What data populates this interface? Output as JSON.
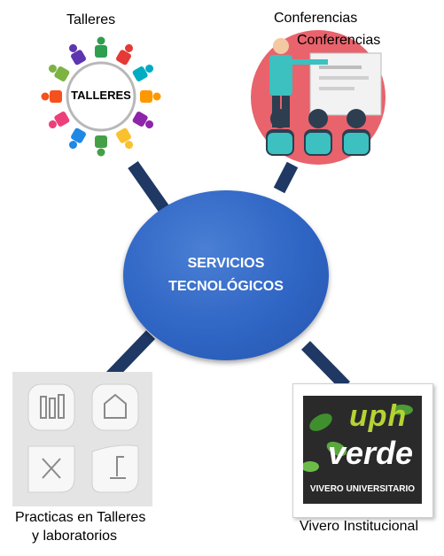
{
  "center": {
    "line1": "SERVICIOS",
    "line2": "TECNOLÓGICOS"
  },
  "nodes": {
    "talleres": {
      "label": "Talleres",
      "badge": "TALLERES"
    },
    "conferencias": {
      "label1": "Conferencias",
      "label2": "Conferencias"
    },
    "practicas": {
      "line1": "Practicas en Talleres",
      "line2": "y  laboratorios"
    },
    "vivero": {
      "label": "Vivero Institucional",
      "logo_top": "uph",
      "logo_bottom": "verde",
      "logo_caption": "VIVERO UNIVERSITARIO"
    }
  },
  "colors": {
    "connector": "#1f3864",
    "center_fill": "#2f65c4",
    "conference_bg": "#e8636c",
    "vivero_green": "#3f8f2e"
  }
}
